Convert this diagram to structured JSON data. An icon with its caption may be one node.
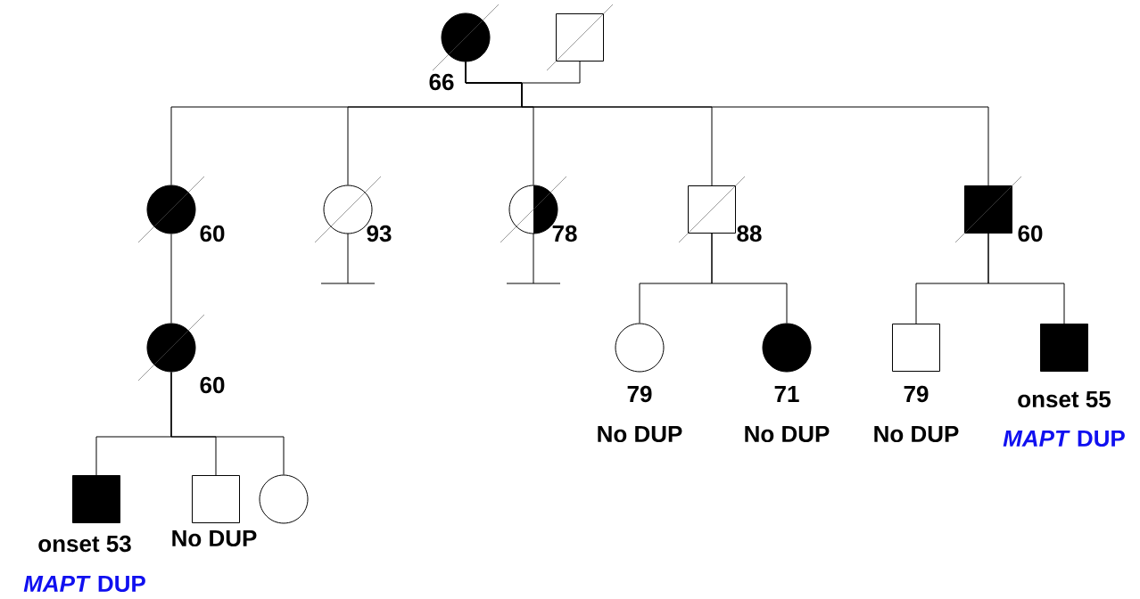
{
  "diagram": {
    "nodes": [
      {
        "text": [],
        "shape": "circle",
        "beside": [
          "66"
        ]
      },
      {
        "text": [],
        "shape": "box"
      },
      {
        "text": [],
        "shape": "circle",
        "beside": [
          "60"
        ]
      },
      {
        "text": [],
        "shape": "circle",
        "beside": [
          "93"
        ]
      },
      {
        "text": [],
        "shape": "circle",
        "beside": [
          "78"
        ]
      },
      {
        "text": [],
        "shape": "box",
        "beside": [
          "88"
        ]
      },
      {
        "text": [],
        "shape": "box",
        "beside": [
          "60"
        ]
      },
      {
        "text": [],
        "shape": "circle",
        "beside": [
          "60"
        ]
      },
      {
        "text": [],
        "shape": "circle",
        "beside": [
          "79",
          "No DUP"
        ]
      },
      {
        "text": [],
        "shape": "circle",
        "beside": [
          "71",
          "No DUP"
        ]
      },
      {
        "text": [],
        "shape": "box",
        "beside": [
          "79",
          "No DUP"
        ]
      },
      {
        "text": [],
        "shape": "box",
        "beside": [
          "onset 55",
          "*MAPT* DUP"
        ]
      },
      {
        "text": [],
        "shape": "box",
        "beside": [
          "onset 53",
          "*MAPT* DUP"
        ]
      },
      {
        "text": [],
        "shape": "box",
        "beside": [
          "No DUP"
        ]
      },
      {
        "text": [],
        "shape": "circle"
      }
    ],
    "edges": [
      {
        "from": 0,
        "to": 1,
        "arrow": "none"
      },
      {
        "from": 0,
        "to": 2,
        "arrow": "none"
      },
      {
        "from": 0,
        "to": 3,
        "arrow": "none"
      },
      {
        "from": 0,
        "to": 4,
        "arrow": "none"
      },
      {
        "from": 0,
        "to": 5,
        "arrow": "none"
      },
      {
        "from": 0,
        "to": 6,
        "arrow": "none"
      },
      {
        "from": 2,
        "to": 7,
        "arrow": "none"
      },
      {
        "from": 5,
        "to": 8,
        "arrow": "none"
      },
      {
        "from": 5,
        "to": 9,
        "arrow": "none"
      },
      {
        "from": 6,
        "to": 10,
        "arrow": "none"
      },
      {
        "from": 6,
        "to": 11,
        "arrow": "none"
      },
      {
        "from": 7,
        "to": 12,
        "arrow": "none"
      },
      {
        "from": 7,
        "to": 13,
        "arrow": "none"
      },
      {
        "from": 7,
        "to": 14,
        "arrow": "none"
      }
    ]
  }
}
